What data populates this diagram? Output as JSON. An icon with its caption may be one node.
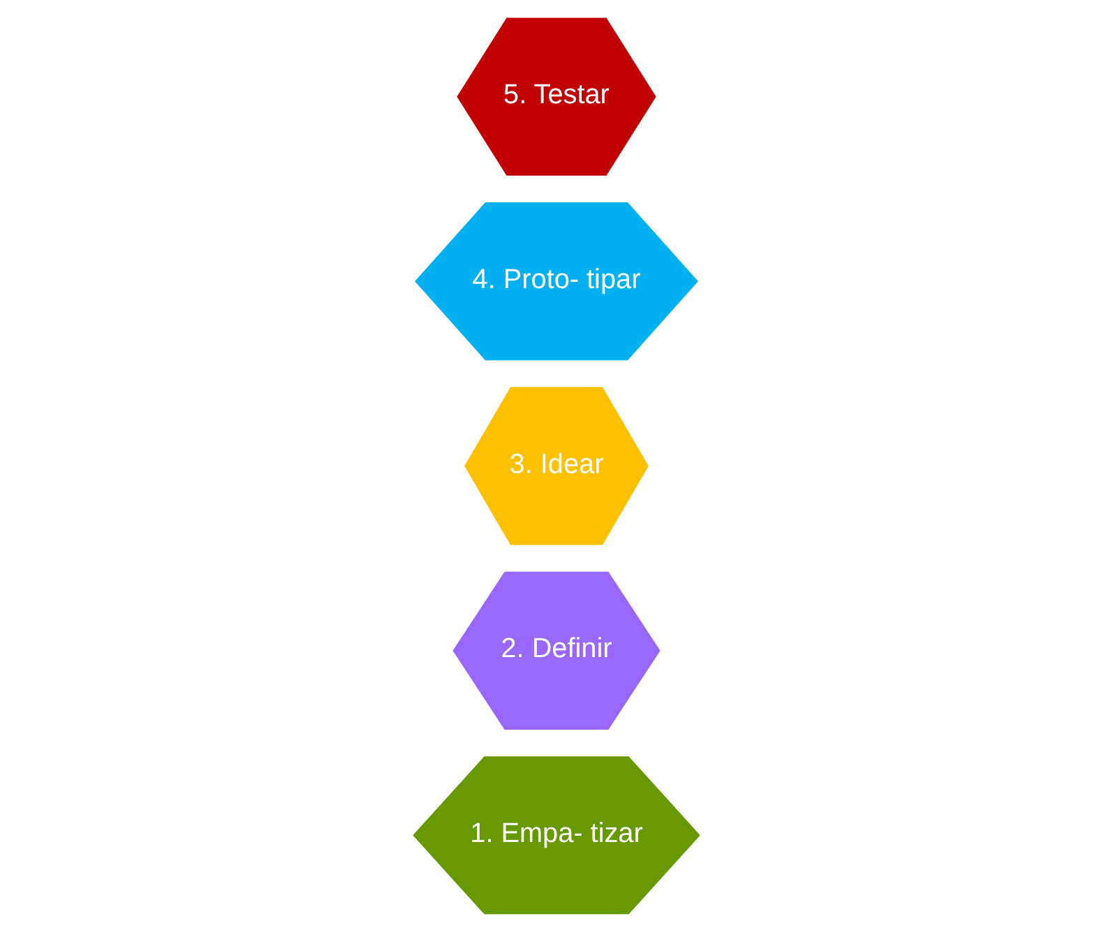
{
  "diagram": {
    "nodes": [
      {
        "text": [
          "1. Empa- tizar"
        ]
      },
      {
        "text": [
          "2. Definir"
        ]
      },
      {
        "text": [
          "3. Idear"
        ]
      },
      {
        "text": [
          "4. Proto- tipar"
        ]
      },
      {
        "text": [
          "5. Testar"
        ]
      }
    ]
  }
}
